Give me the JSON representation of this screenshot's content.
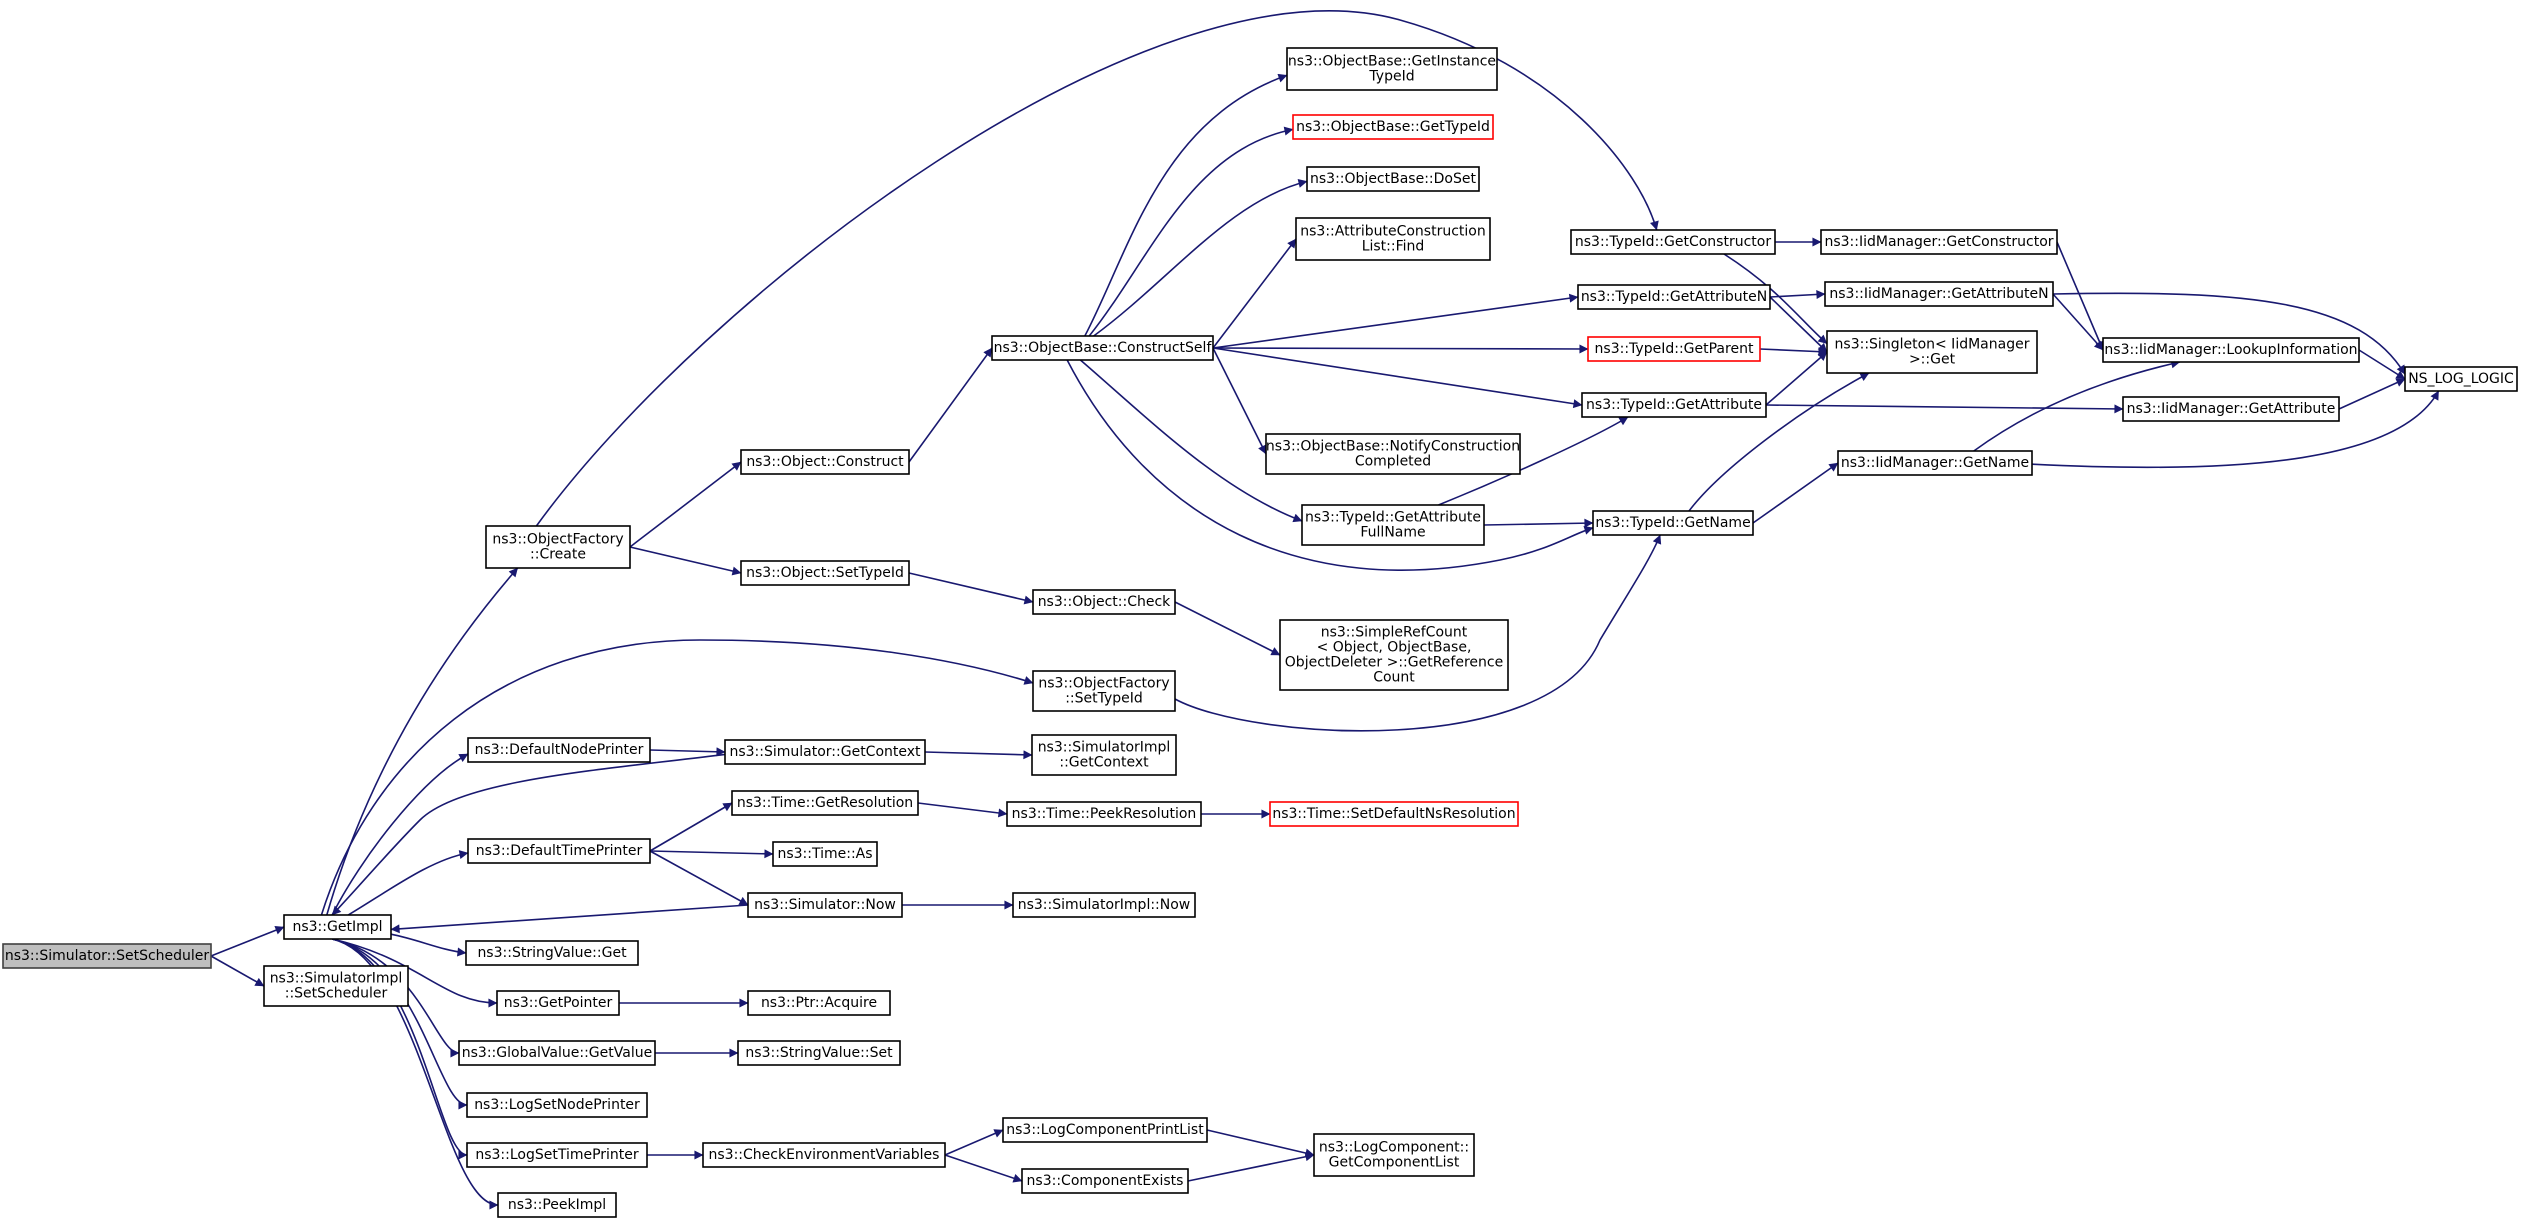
{
  "colors": {
    "edge": "#191970",
    "root_fill": "#bfbfbf",
    "node_border": "#000000",
    "truncated_border": "#ff0000"
  },
  "nodes": [
    {
      "id": "setscheduler",
      "lines": [
        "ns3::Simulator::SetScheduler"
      ],
      "style": "root"
    },
    {
      "id": "getimpl",
      "lines": [
        "ns3::GetImpl"
      ],
      "style": "normal"
    },
    {
      "id": "simimpl_setsched",
      "lines": [
        "ns3::SimulatorImpl",
        "::SetScheduler"
      ],
      "style": "normal"
    },
    {
      "id": "objfactory_create",
      "lines": [
        "ns3::ObjectFactory",
        "::Create"
      ],
      "style": "normal"
    },
    {
      "id": "object_construct",
      "lines": [
        "ns3::Object::Construct"
      ],
      "style": "normal"
    },
    {
      "id": "object_settypeid",
      "lines": [
        "ns3::Object::SetTypeId"
      ],
      "style": "normal"
    },
    {
      "id": "objbase_constructself",
      "lines": [
        "ns3::ObjectBase::ConstructSelf"
      ],
      "style": "normal"
    },
    {
      "id": "objbase_getinstancetypeid",
      "lines": [
        "ns3::ObjectBase::GetInstance",
        "TypeId"
      ],
      "style": "normal"
    },
    {
      "id": "objbase_gettypeid",
      "lines": [
        "ns3::ObjectBase::GetTypeId"
      ],
      "style": "red"
    },
    {
      "id": "objbase_doset",
      "lines": [
        "ns3::ObjectBase::DoSet"
      ],
      "style": "normal"
    },
    {
      "id": "attrconstrlist_find",
      "lines": [
        "ns3::AttributeConstruction",
        "List::Find"
      ],
      "style": "normal"
    },
    {
      "id": "objbase_notifyconstr",
      "lines": [
        "ns3::ObjectBase::NotifyConstruction",
        "Completed"
      ],
      "style": "normal"
    },
    {
      "id": "typeid_getattributefullname",
      "lines": [
        "ns3::TypeId::GetAttribute",
        "FullName"
      ],
      "style": "normal"
    },
    {
      "id": "typeid_getconstructor",
      "lines": [
        "ns3::TypeId::GetConstructor"
      ],
      "style": "normal"
    },
    {
      "id": "typeid_getattributen",
      "lines": [
        "ns3::TypeId::GetAttributeN"
      ],
      "style": "normal"
    },
    {
      "id": "typeid_getparent",
      "lines": [
        "ns3::TypeId::GetParent"
      ],
      "style": "red"
    },
    {
      "id": "typeid_getattribute",
      "lines": [
        "ns3::TypeId::GetAttribute"
      ],
      "style": "normal"
    },
    {
      "id": "typeid_getname",
      "lines": [
        "ns3::TypeId::GetName"
      ],
      "style": "normal"
    },
    {
      "id": "iidmgr_getconstructor",
      "lines": [
        "ns3::IidManager::GetConstructor"
      ],
      "style": "normal"
    },
    {
      "id": "iidmgr_getattributen",
      "lines": [
        "ns3::IidManager::GetAttributeN"
      ],
      "style": "normal"
    },
    {
      "id": "singleton_get",
      "lines": [
        "ns3::Singleton< IidManager",
        " >::Get"
      ],
      "style": "normal"
    },
    {
      "id": "iidmgr_lookupinformation",
      "lines": [
        "ns3::IidManager::LookupInformation"
      ],
      "style": "normal"
    },
    {
      "id": "iidmgr_getattribute",
      "lines": [
        "ns3::IidManager::GetAttribute"
      ],
      "style": "normal"
    },
    {
      "id": "iidmgr_getname",
      "lines": [
        "ns3::IidManager::GetName"
      ],
      "style": "normal"
    },
    {
      "id": "ns_log_logic",
      "lines": [
        "NS_LOG_LOGIC"
      ],
      "style": "normal"
    },
    {
      "id": "object_check",
      "lines": [
        "ns3::Object::Check"
      ],
      "style": "normal"
    },
    {
      "id": "simplerefcount",
      "lines": [
        "ns3::SimpleRefCount",
        "< Object, ObjectBase,",
        "ObjectDeleter >::GetReference",
        "Count"
      ],
      "style": "normal"
    },
    {
      "id": "objfactory_settypeid",
      "lines": [
        "ns3::ObjectFactory",
        "::SetTypeId"
      ],
      "style": "normal"
    },
    {
      "id": "defaultnodeprinter",
      "lines": [
        "ns3::DefaultNodePrinter"
      ],
      "style": "normal"
    },
    {
      "id": "simulator_getcontext",
      "lines": [
        "ns3::Simulator::GetContext"
      ],
      "style": "normal"
    },
    {
      "id": "simimpl_getcontext",
      "lines": [
        "ns3::SimulatorImpl",
        "::GetContext"
      ],
      "style": "normal"
    },
    {
      "id": "defaulttimeprinter",
      "lines": [
        "ns3::DefaultTimePrinter"
      ],
      "style": "normal"
    },
    {
      "id": "time_getresolution",
      "lines": [
        "ns3::Time::GetResolution"
      ],
      "style": "normal"
    },
    {
      "id": "time_peekresolution",
      "lines": [
        "ns3::Time::PeekResolution"
      ],
      "style": "normal"
    },
    {
      "id": "time_setdefaultnsresolution",
      "lines": [
        "ns3::Time::SetDefaultNsResolution"
      ],
      "style": "red"
    },
    {
      "id": "time_as",
      "lines": [
        "ns3::Time::As"
      ],
      "style": "normal"
    },
    {
      "id": "simulator_now",
      "lines": [
        "ns3::Simulator::Now"
      ],
      "style": "normal"
    },
    {
      "id": "simimpl_now",
      "lines": [
        "ns3::SimulatorImpl::Now"
      ],
      "style": "normal"
    },
    {
      "id": "stringvalue_get",
      "lines": [
        "ns3::StringValue::Get"
      ],
      "style": "normal"
    },
    {
      "id": "getpointer",
      "lines": [
        "ns3::GetPointer"
      ],
      "style": "normal"
    },
    {
      "id": "ptr_acquire",
      "lines": [
        "ns3::Ptr::Acquire"
      ],
      "style": "normal"
    },
    {
      "id": "globalvalue_getvalue",
      "lines": [
        "ns3::GlobalValue::GetValue"
      ],
      "style": "normal"
    },
    {
      "id": "stringvalue_set",
      "lines": [
        "ns3::StringValue::Set"
      ],
      "style": "normal"
    },
    {
      "id": "logsetnodeprinter",
      "lines": [
        "ns3::LogSetNodePrinter"
      ],
      "style": "normal"
    },
    {
      "id": "logsettimeprinter",
      "lines": [
        "ns3::LogSetTimePrinter"
      ],
      "style": "normal"
    },
    {
      "id": "checkenvvars",
      "lines": [
        "ns3::CheckEnvironmentVariables"
      ],
      "style": "normal"
    },
    {
      "id": "logcomponentprintlist",
      "lines": [
        "ns3::LogComponentPrintList"
      ],
      "style": "normal"
    },
    {
      "id": "componentexists",
      "lines": [
        "ns3::ComponentExists"
      ],
      "style": "normal"
    },
    {
      "id": "logcomponent_getcomponentlist",
      "lines": [
        "ns3::LogComponent::",
        "GetComponentList"
      ],
      "style": "normal"
    },
    {
      "id": "peekimpl",
      "lines": [
        "ns3::PeekImpl"
      ],
      "style": "normal"
    }
  ],
  "edges": [
    [
      "setscheduler",
      "getimpl"
    ],
    [
      "setscheduler",
      "simimpl_setsched"
    ],
    [
      "getimpl",
      "objfactory_create"
    ],
    [
      "getimpl",
      "objfactory_settypeid"
    ],
    [
      "getimpl",
      "defaultnodeprinter"
    ],
    [
      "getimpl",
      "defaulttimeprinter"
    ],
    [
      "getimpl",
      "stringvalue_get"
    ],
    [
      "getimpl",
      "getpointer"
    ],
    [
      "getimpl",
      "globalvalue_getvalue"
    ],
    [
      "getimpl",
      "logsetnodeprinter"
    ],
    [
      "getimpl",
      "logsettimeprinter"
    ],
    [
      "getimpl",
      "peekimpl"
    ],
    [
      "objfactory_create",
      "object_construct"
    ],
    [
      "objfactory_create",
      "object_settypeid"
    ],
    [
      "objfactory_create",
      "typeid_getconstructor"
    ],
    [
      "object_construct",
      "objbase_constructself"
    ],
    [
      "object_settypeid",
      "object_check"
    ],
    [
      "object_check",
      "simplerefcount"
    ],
    [
      "objbase_constructself",
      "objbase_getinstancetypeid"
    ],
    [
      "objbase_constructself",
      "objbase_gettypeid"
    ],
    [
      "objbase_constructself",
      "objbase_doset"
    ],
    [
      "objbase_constructself",
      "attrconstrlist_find"
    ],
    [
      "objbase_constructself",
      "typeid_getattributen"
    ],
    [
      "objbase_constructself",
      "typeid_getparent"
    ],
    [
      "objbase_constructself",
      "typeid_getattribute"
    ],
    [
      "objbase_constructself",
      "objbase_notifyconstr"
    ],
    [
      "objbase_constructself",
      "typeid_getattributefullname"
    ],
    [
      "objbase_constructself",
      "typeid_getname"
    ],
    [
      "typeid_getattributefullname",
      "typeid_getattribute"
    ],
    [
      "typeid_getattributefullname",
      "typeid_getname"
    ],
    [
      "typeid_getconstructor",
      "iidmgr_getconstructor"
    ],
    [
      "typeid_getconstructor",
      "singleton_get"
    ],
    [
      "typeid_getattributen",
      "iidmgr_getattributen"
    ],
    [
      "typeid_getattributen",
      "singleton_get"
    ],
    [
      "typeid_getparent",
      "singleton_get"
    ],
    [
      "typeid_getattribute",
      "singleton_get"
    ],
    [
      "typeid_getattribute",
      "iidmgr_getattribute"
    ],
    [
      "typeid_getname",
      "singleton_get"
    ],
    [
      "typeid_getname",
      "iidmgr_getname"
    ],
    [
      "iidmgr_getconstructor",
      "iidmgr_lookupinformation"
    ],
    [
      "iidmgr_getattributen",
      "iidmgr_lookupinformation"
    ],
    [
      "iidmgr_getattributen",
      "ns_log_logic"
    ],
    [
      "iidmgr_lookupinformation",
      "ns_log_logic"
    ],
    [
      "iidmgr_getattribute",
      "ns_log_logic"
    ],
    [
      "iidmgr_getname",
      "iidmgr_lookupinformation"
    ],
    [
      "iidmgr_getname",
      "ns_log_logic"
    ],
    [
      "objfactory_settypeid",
      "typeid_getname"
    ],
    [
      "defaultnodeprinter",
      "simulator_getcontext"
    ],
    [
      "simulator_getcontext",
      "getimpl"
    ],
    [
      "simulator_getcontext",
      "simimpl_getcontext"
    ],
    [
      "defaulttimeprinter",
      "time_getresolution"
    ],
    [
      "defaulttimeprinter",
      "time_as"
    ],
    [
      "defaulttimeprinter",
      "simulator_now"
    ],
    [
      "time_getresolution",
      "time_peekresolution"
    ],
    [
      "time_peekresolution",
      "time_setdefaultnsresolution"
    ],
    [
      "simulator_now",
      "getimpl"
    ],
    [
      "simulator_now",
      "simimpl_now"
    ],
    [
      "getpointer",
      "ptr_acquire"
    ],
    [
      "globalvalue_getvalue",
      "stringvalue_set"
    ],
    [
      "logsettimeprinter",
      "checkenvvars"
    ],
    [
      "checkenvvars",
      "logcomponentprintlist"
    ],
    [
      "checkenvvars",
      "componentexists"
    ],
    [
      "logcomponentprintlist",
      "logcomponent_getcomponentlist"
    ],
    [
      "componentexists",
      "logcomponent_getcomponentlist"
    ]
  ]
}
